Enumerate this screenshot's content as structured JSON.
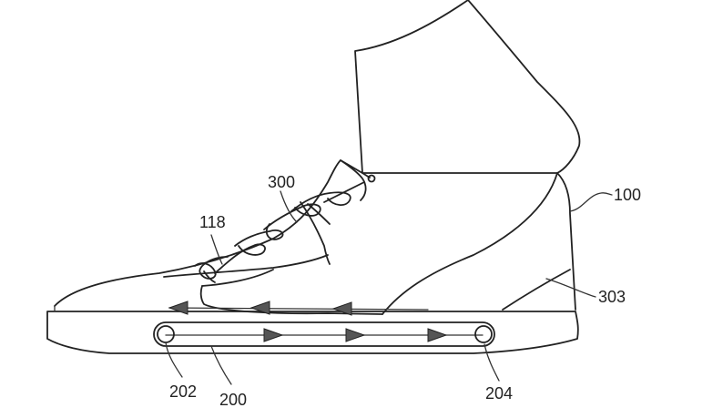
{
  "figure": {
    "labels": {
      "sock": "100",
      "lace": "300",
      "upper": "118",
      "heel_wall": "303",
      "left_roller": "202",
      "belt": "200",
      "right_roller": "204"
    }
  }
}
